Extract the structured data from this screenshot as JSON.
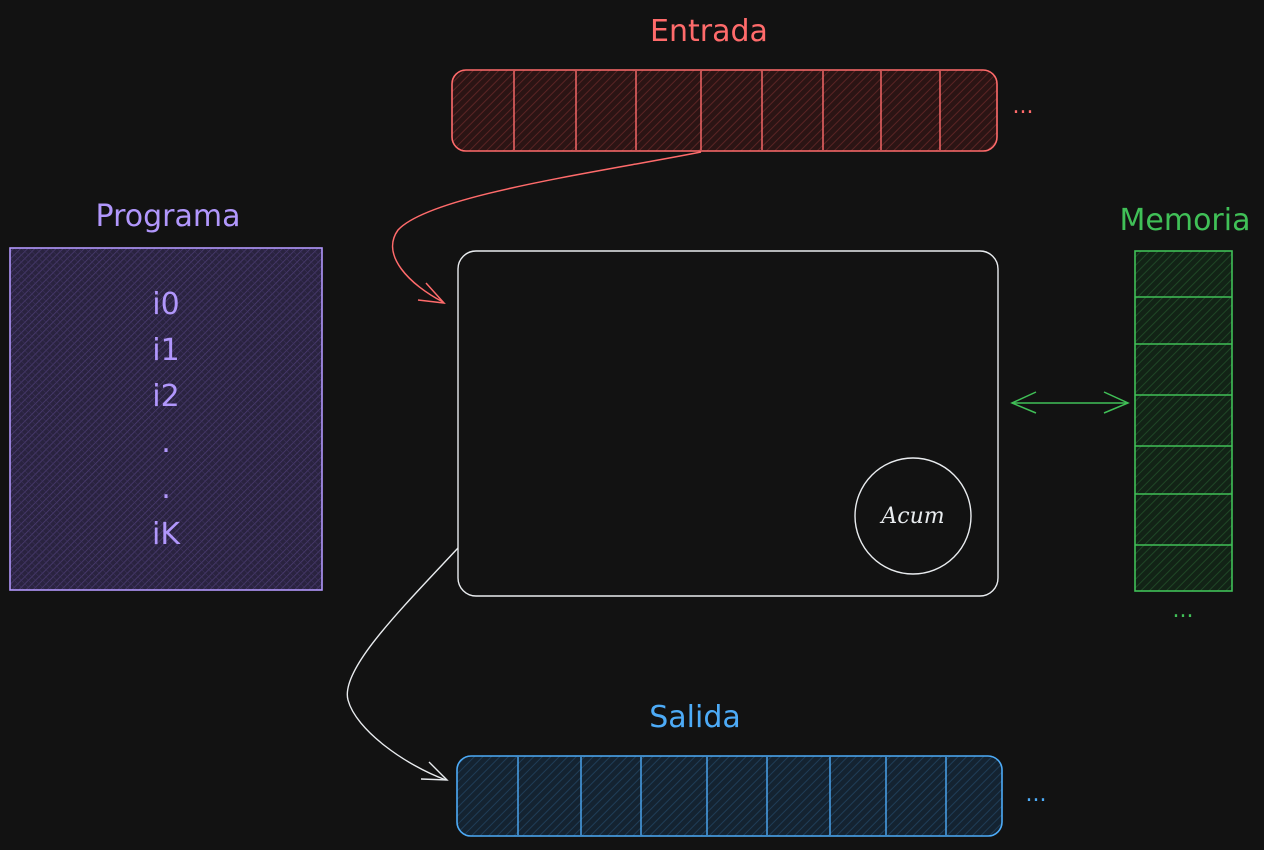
{
  "labels": {
    "input": "Entrada",
    "program": "Programa",
    "memory": "Memoria",
    "output": "Salida",
    "accumulator": "Acum",
    "input_more": "...",
    "output_more": "...",
    "memory_more": "..."
  },
  "program": {
    "instructions": [
      "i0",
      "i1",
      "i2",
      ".",
      ".",
      "iK"
    ]
  },
  "tapes": {
    "input_cells": 9,
    "output_cells": 9,
    "memory_cells": 7
  },
  "colors": {
    "background": "#121212",
    "input": "#ff6b6b",
    "input_fill": "#3a1717",
    "program": "#b197fc",
    "program_fill": "#2b2343",
    "memory": "#40c057",
    "memory_fill": "#142a18",
    "output": "#4dabf7",
    "output_fill": "#15283a",
    "processor": "#e9ecef"
  },
  "icons": {
    "flow": "arrow-icon",
    "memory_link": "double-arrow-icon"
  }
}
